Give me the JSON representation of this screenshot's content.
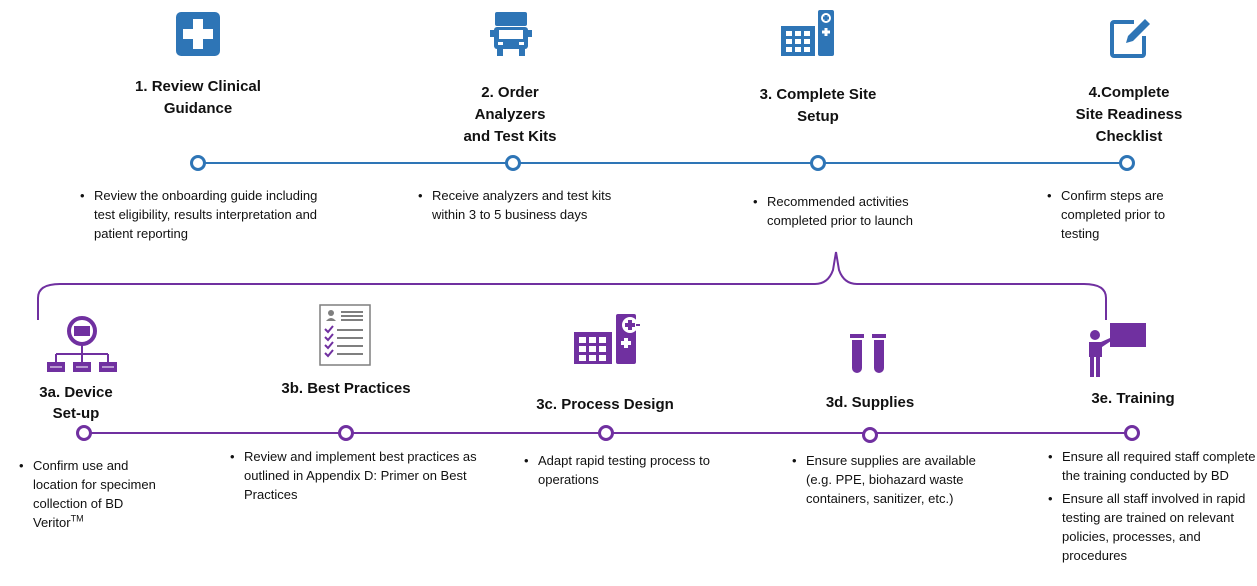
{
  "colors": {
    "blue": "#2e75b6",
    "purple": "#7030a0",
    "text": "#111111"
  },
  "top_steps": [
    {
      "icon": "medical-cross-icon",
      "title": "1. Review Clinical\nGuidance",
      "bullets": [
        "Review the onboarding guide including test eligibility, results interpretation and patient reporting"
      ]
    },
    {
      "icon": "truck-icon",
      "title": "2. Order\nAnalyzers\nand Test Kits",
      "bullets": [
        "Receive analyzers and test kits within 3 to 5 business days"
      ]
    },
    {
      "icon": "hospital-icon",
      "title": "3. Complete Site\nSetup",
      "bullets": [
        "Recommended activities completed prior to launch"
      ]
    },
    {
      "icon": "checklist-edit-icon",
      "title": "4.Complete\nSite Readiness\nChecklist",
      "bullets": [
        "Confirm steps are completed prior to testing"
      ]
    }
  ],
  "sub_steps": [
    {
      "icon": "device-network-icon",
      "title": "3a. Device\nSet-up",
      "bullets": [
        "Confirm use and location for specimen collection of BD Veritor"
      ],
      "trademark": "TM"
    },
    {
      "icon": "document-checklist-icon",
      "title": "3b. Best Practices",
      "bullets": [
        "Review and implement best practices as outlined in Appendix D: Primer on Best Practices"
      ]
    },
    {
      "icon": "hospital-icon",
      "title": "3c. Process Design",
      "bullets": [
        "Adapt rapid testing process to operations"
      ]
    },
    {
      "icon": "test-tubes-icon",
      "title": "3d. Supplies",
      "bullets": [
        "Ensure supplies are available (e.g. PPE, biohazard waste containers, sanitizer, etc.)"
      ]
    },
    {
      "icon": "trainer-icon",
      "title": "3e. Training",
      "bullets": [
        "Ensure all required staff complete the training conducted by BD",
        "Ensure all staff involved in rapid testing are trained on relevant policies, processes, and procedures"
      ]
    }
  ]
}
